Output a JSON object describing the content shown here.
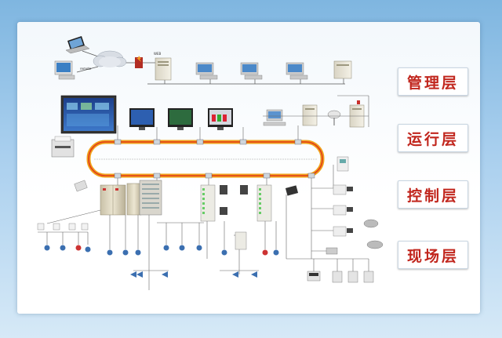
{
  "layers": {
    "management": "管理层",
    "operation": "运行层",
    "control": "控制层",
    "field": "现场层"
  },
  "colors": {
    "layer_text": "#c1261d",
    "ring_outer": "#f0a21a",
    "ring_inner": "#e13b1c",
    "background": "#8fc0e6"
  },
  "icons": [
    "laptop-icon",
    "pc-icon",
    "cloud-icon",
    "firewall-icon",
    "server-icon",
    "workstation-icon",
    "wall-display-icon",
    "printer-icon",
    "monitor-icon",
    "switch-icon",
    "control-cabinet-icon",
    "camera-icon",
    "sensor-icon",
    "meter-icon",
    "wifi-router-icon"
  ]
}
